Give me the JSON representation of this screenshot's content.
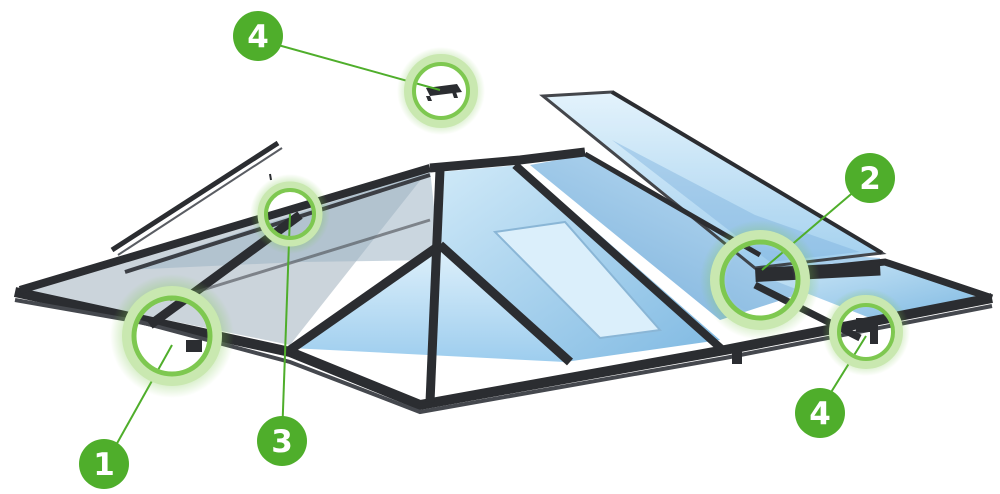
{
  "callouts": [
    {
      "id": "callout-1",
      "number": "1"
    },
    {
      "id": "callout-2",
      "number": "2"
    },
    {
      "id": "callout-3",
      "number": "3"
    },
    {
      "id": "callout-4-top",
      "number": "4"
    },
    {
      "id": "callout-4-bottom",
      "number": "4"
    }
  ],
  "colors": {
    "badge_green": "#4fae2b",
    "ring_green": "#7ec850",
    "ring_glow": "#c9e8b0",
    "frame": "#2b2d31",
    "glass": "#a8d4f0",
    "glass_dark": "#6aa9d8",
    "glass_edge": "#d9eefb",
    "background": "#ffffff"
  },
  "illustration": "lantern-roof-exploded-view"
}
